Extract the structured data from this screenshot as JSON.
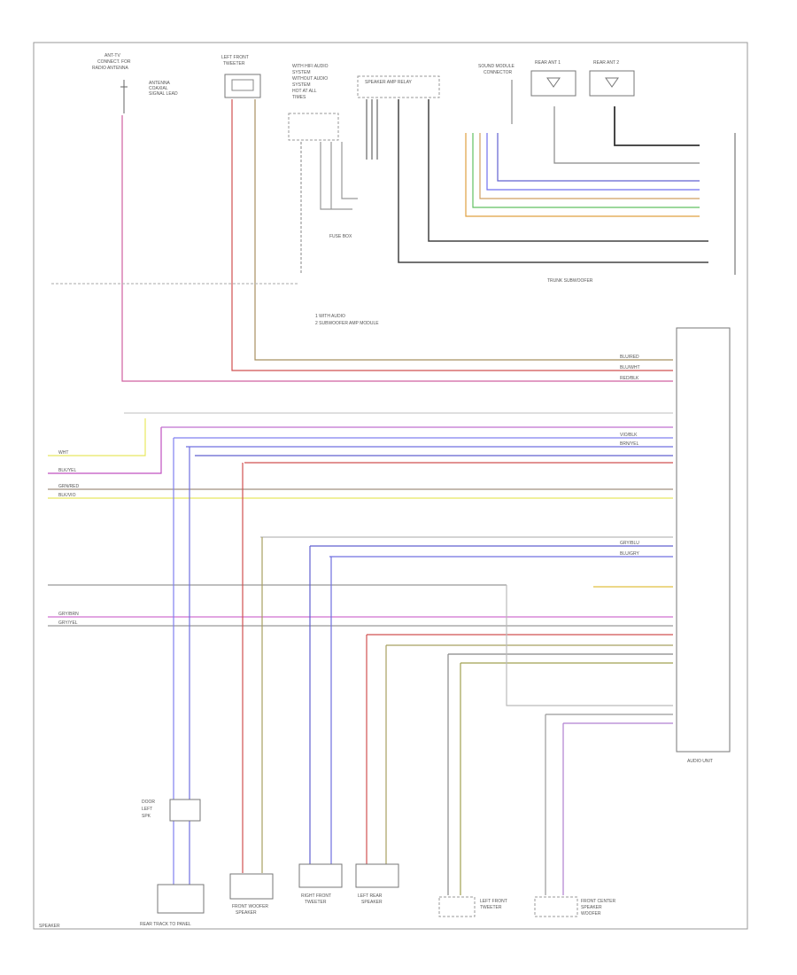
{
  "diagram": {
    "components": {
      "antenna_ref": [
        "ANT-TV",
        "CONNECT. FOR",
        "RADIO ANTENNA"
      ],
      "antenna_note": [
        "ANTENNA",
        "COAXIAL",
        "SIGNAL LEAD"
      ],
      "left_front_tweeter": [
        "LEFT FRONT",
        "TWEETER"
      ],
      "mid_note": [
        "WITH HIFI AUDIO",
        "SYSTEM",
        "WITHOUT AUDIO",
        "SYSTEM",
        "HOT AT ALL",
        "TIMES"
      ],
      "speaker_amp_top": [
        "SPEAKER AMP",
        "RELAY"
      ],
      "sound_module_top": [
        "SOUND MODULE",
        "CONNECTOR"
      ],
      "rear_ant_1": [
        "REAR ANT 1"
      ],
      "rear_ant_2": [
        "REAR ANT 2"
      ],
      "fuse_box_label": "FUSE BOX",
      "audio_unit": "AUDIO UNIT",
      "front_spk_label": "REAR TRACK TO PANEL",
      "front_woofer": [
        "FRONT WOOFER",
        "SPEAKER"
      ],
      "rf_door_speaker": [
        "RIGHT FRONT",
        "TWEETER"
      ],
      "lr_speaker": [
        "LEFT REAR",
        "SPEAKER"
      ],
      "lf_door_spk": [
        "LEFT FRONT",
        "TWEETER"
      ],
      "rear_center": [
        "FRONT CENTER",
        "SPEAKER",
        "WOOFER"
      ],
      "amp_note": [
        "DOOR",
        "LEFT",
        "SPK"
      ],
      "junction": "TRUNK SUBWOOFER"
    },
    "notes": [
      "1 WITH AUDIO",
      "2 SUBWOOFER AMP MODULE"
    ],
    "left_labels": [
      "WHT",
      "BLK/YEL",
      "GRN/RED",
      "BLK/VIO",
      "GRY/BRN",
      "GRY/YEL"
    ],
    "right_connector_labels": [
      "BLU/RED",
      "BLU/WHT",
      "RED/BLK",
      "VIO/BLK",
      "BRN/YEL",
      "GRY/BLU",
      "BLU/GRY"
    ],
    "footer": "SPEAKER"
  }
}
